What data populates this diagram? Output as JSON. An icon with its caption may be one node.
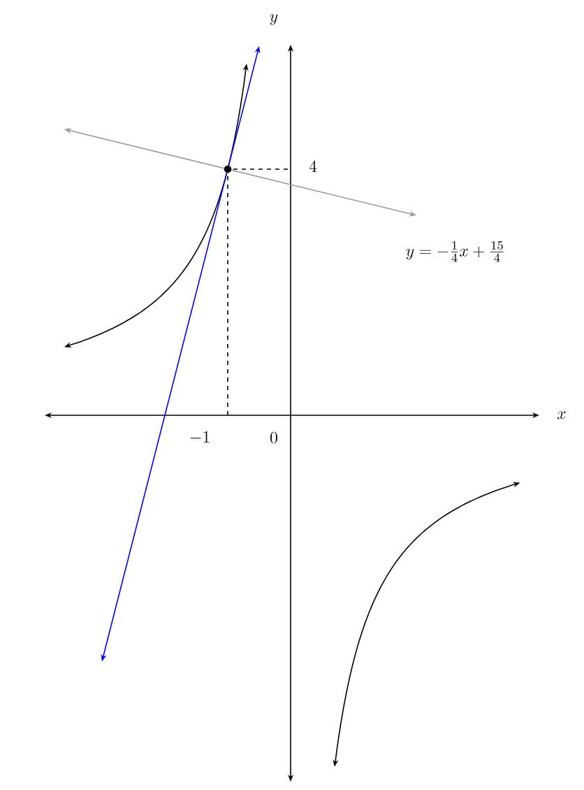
{
  "diagram": {
    "labels": [
      "y",
      "x",
      "4",
      "-1",
      "0",
      "y=-\\frac{1}{4}x+\\frac{15}{4}"
    ]
  }
}
